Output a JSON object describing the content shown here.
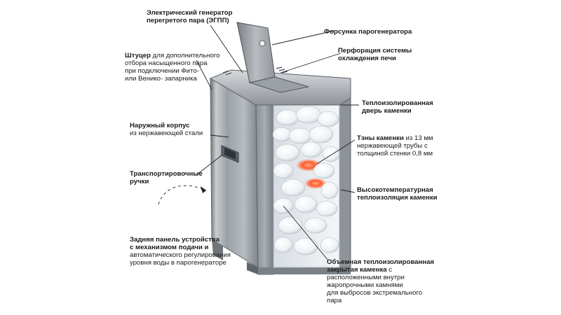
{
  "labels": {
    "generator": {
      "line1": "Электрический генератор",
      "line2": "перегретого пара (ЭГПП)"
    },
    "nozzle": {
      "line1": "Форсунка парогенератора"
    },
    "perforation": {
      "line1": "Перфорация системы",
      "line2": "охлаждения печи"
    },
    "fitting": {
      "bold": "Штуцер",
      "line1_rest": " для дополнительного",
      "line2": "отбора насыщенного пара",
      "line3": "при подключении Фито-",
      "line4": "или Венико- запарника"
    },
    "door": {
      "line1": "Теплоизолированная",
      "line2": "дверь каменки"
    },
    "body": {
      "line1": "Наружный корпус",
      "line2": "из нержавеющей стали"
    },
    "tens": {
      "bold": "Тэны каменки",
      "line1_rest": " из 13 мм",
      "line2": "нержавеющей трубы с",
      "line3": "толщиной стенки 0,8 мм"
    },
    "handles": {
      "line1": "Транспортировочные",
      "line2": "ручки"
    },
    "insulation": {
      "line1": "Высокотемпературная",
      "line2": "теплоизоляция каменки"
    },
    "back_panel": {
      "line1": "Задняя панель устройства",
      "line2": "с механизмом подачи и",
      "line3": "автоматического регулирования",
      "line4": "уровня воды в парогенераторе"
    },
    "chamber": {
      "line1": "Объемная теплоизолированная",
      "bold2": "закрытая каменка",
      "line2_rest": " с",
      "line3": "расположенными внутри",
      "line4": "жаропрочными камнями",
      "line5": "для выбросов экстремального",
      "line6": "пара"
    }
  }
}
